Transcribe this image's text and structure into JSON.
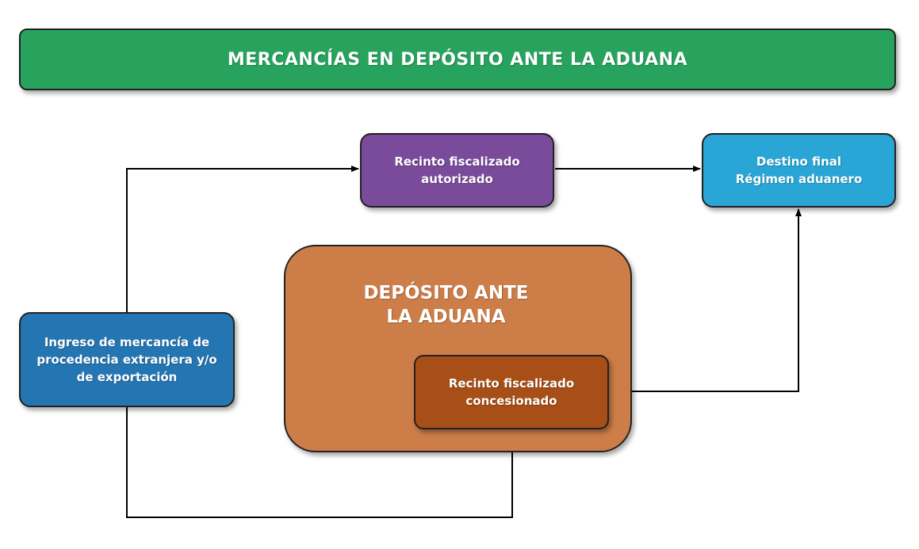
{
  "title": "MERCANCÍAS EN DEPÓSITO ANTE LA ADUANA",
  "nodes": {
    "authorized": "Recinto fiscalizado\nautorizado",
    "destination": "Destino final\nRégimen aduanero",
    "ingress": "Ingreso de mercancía de\nprocedencia extranjera y/o\nde exportación",
    "group": "DEPÓSITO ANTE\nLA ADUANA",
    "concession": "Recinto fiscalizado\nconcesionado"
  },
  "colors": {
    "title": "#27a35e",
    "authorized": "#7a4a9b",
    "destination": "#29a6d6",
    "ingress": "#2476b3",
    "group": "#cd7d48",
    "concession": "#a84f17",
    "connector": "#000000"
  }
}
